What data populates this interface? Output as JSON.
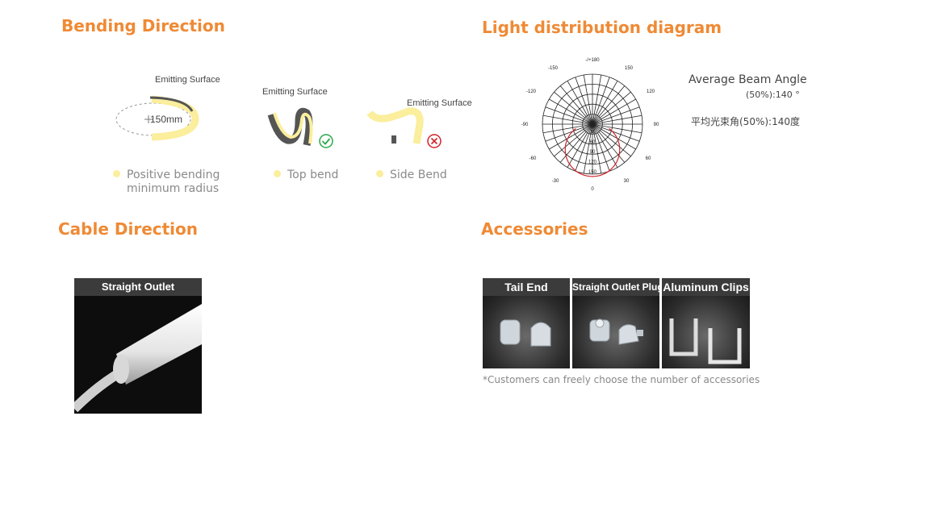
{
  "bending": {
    "title": "Bending Direction",
    "emitting_surface": "Emitting Surface",
    "radius": "150mm",
    "positive_line1": "Positive bending",
    "positive_line2": "minimum radius",
    "top_bend": "Top bend",
    "side_bend": "Side Bend"
  },
  "light": {
    "title": "Light distribution diagram",
    "angles_top": [
      "-/+180",
      "-150",
      "150",
      "-120",
      "120",
      "-90",
      "90",
      "-60",
      "60",
      "-30",
      "30",
      "0"
    ],
    "radial_values": [
      "30",
      "60",
      "90",
      "120",
      "150"
    ],
    "avg_label": "Average Beam Angle",
    "avg_value": "(50%):140 °",
    "cn_label": "平均光束角(50%):140度"
  },
  "cable": {
    "title": "Cable Direction",
    "straight_outlet": "Straight Outlet"
  },
  "accessories": {
    "title": "Accessories",
    "items": [
      "Tail End",
      "Straight Outlet Plug",
      "Aluminum Clips"
    ],
    "note": "*Customers can freely choose the number of accessories"
  },
  "colors": {
    "accent": "#ef8a35",
    "led_yellow": "#fbee9c",
    "curve_red": "#d2232a",
    "check_green": "#2aa84a"
  }
}
